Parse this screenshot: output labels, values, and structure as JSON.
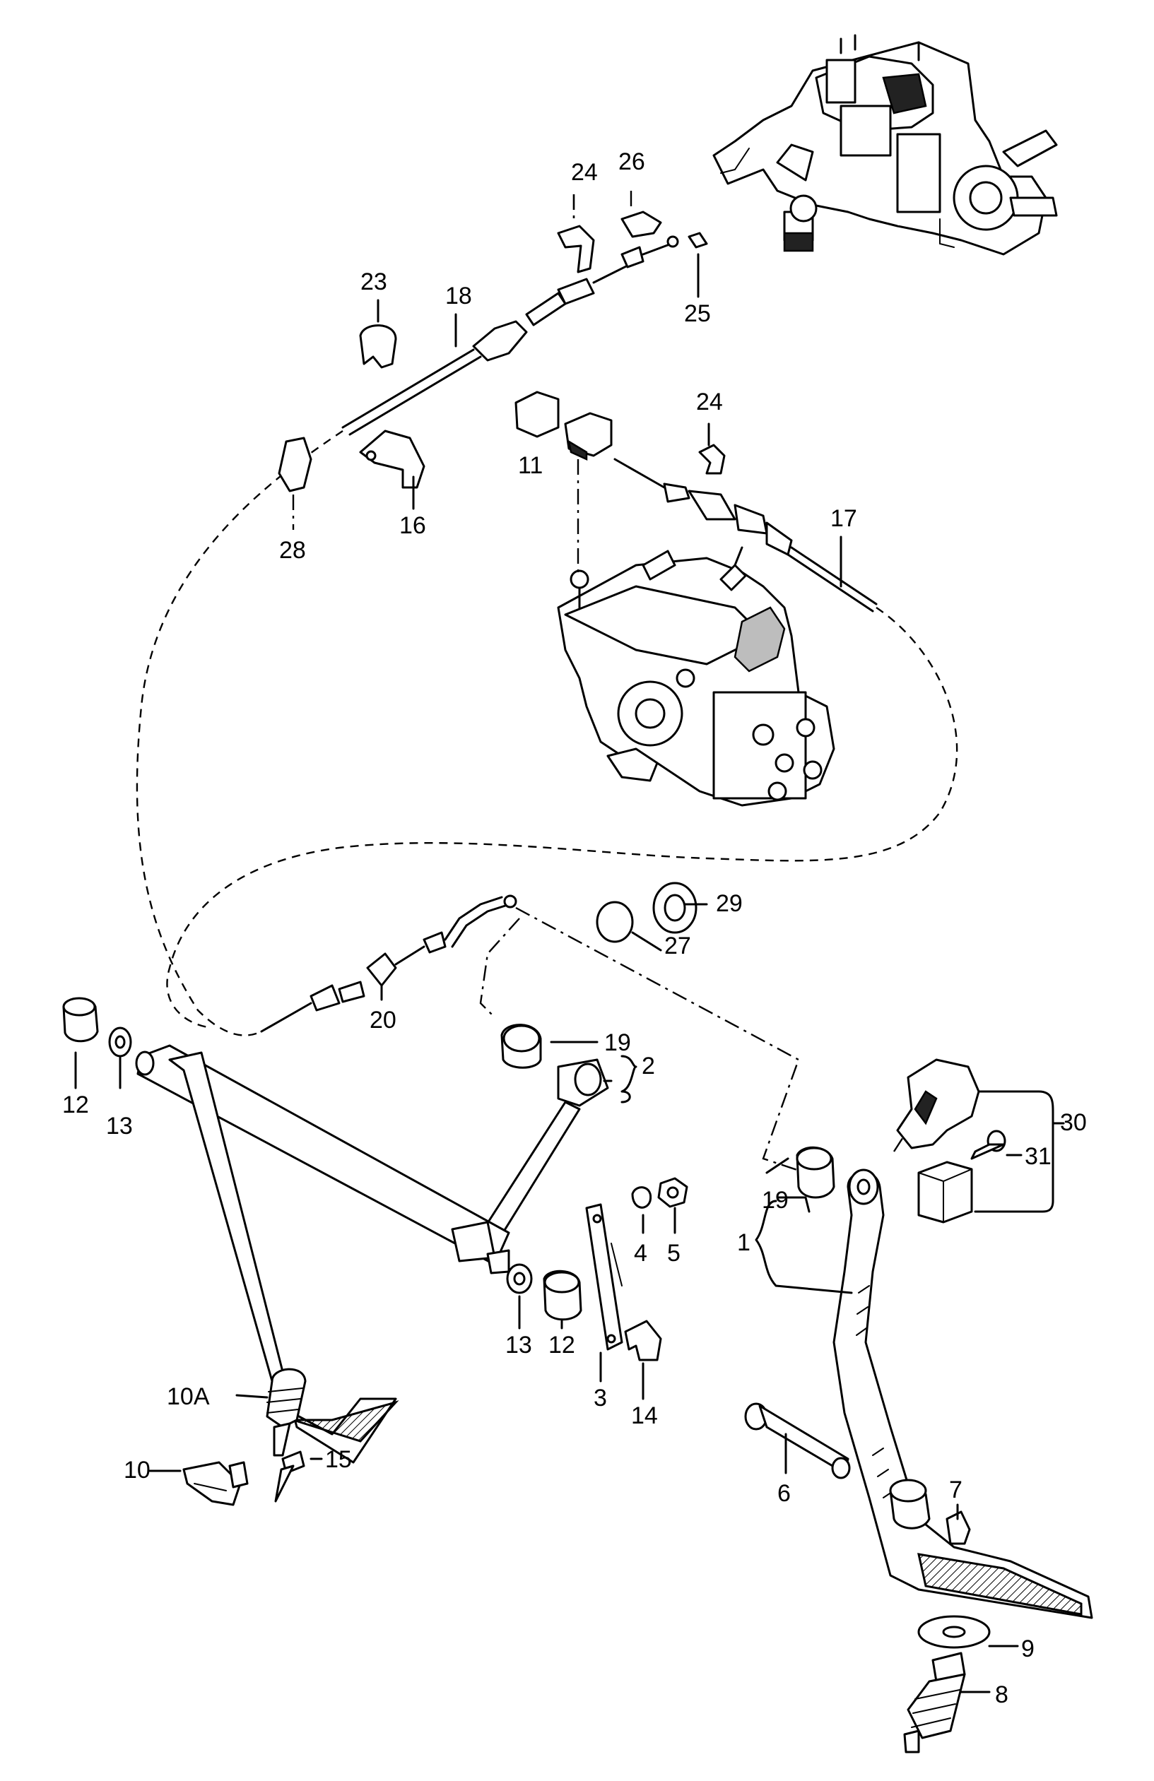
{
  "labels": {
    "p1": "1",
    "p2": "2",
    "p3": "3",
    "p4": "4",
    "p5": "5",
    "p6": "6",
    "p7": "7",
    "p8": "8",
    "p9": "9",
    "p10": "10",
    "p10a": "10A",
    "p11": "11",
    "p12a": "12",
    "p12b": "12",
    "p13a": "13",
    "p13b": "13",
    "p14": "14",
    "p15": "15",
    "p16": "16",
    "p17": "17",
    "p18": "18",
    "p19a": "19",
    "p19b": "19",
    "p20": "20",
    "p23": "23",
    "p24a": "24",
    "p24b": "24",
    "p25": "25",
    "p26": "26",
    "p27": "27",
    "p28": "28",
    "p29": "29",
    "p30": "30",
    "p31": "31"
  }
}
